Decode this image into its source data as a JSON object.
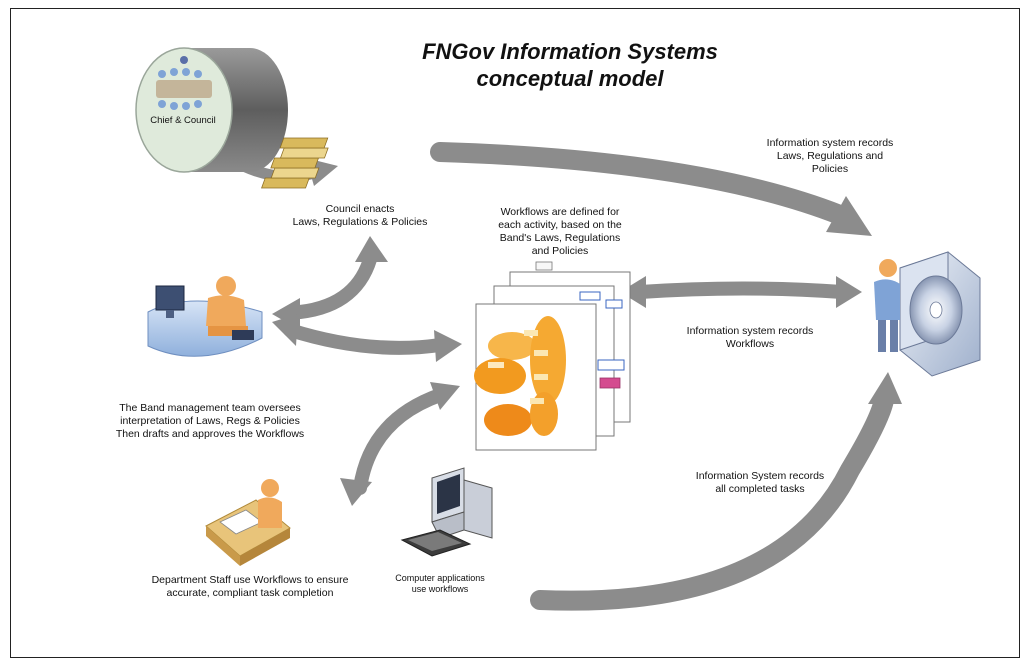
{
  "title": "FNGov Information Systems\nconceptual model",
  "nodes": {
    "chief_council": {
      "label": "Chief & Council"
    },
    "council_enacts": {
      "label": "Council enacts\nLaws, Regulations & Policies"
    },
    "workflows_defined": {
      "label": "Workflows are defined for\neach activity, based on the\nBand's Laws, Regulations\nand Policies"
    },
    "records_laws": {
      "label": "Information system records\nLaws, Regulations and\nPolicies"
    },
    "records_workflows": {
      "label": "Information system records\nWorkflows"
    },
    "band_management": {
      "label": "The Band management team oversees\ninterpretation of Laws, Regs & Policies\nThen drafts and approves the Workflows"
    },
    "records_tasks": {
      "label": "Information System records\nall completed tasks"
    },
    "department_staff": {
      "label": "Department Staff use Workflows to ensure\naccurate, compliant task completion"
    },
    "computer_apps": {
      "label": "Computer applications\nuse workflows"
    }
  },
  "colors": {
    "arrow": "#8c8c8c",
    "arrow_dark": "#6f6f6f",
    "cylinder_body": "#7a7a7a",
    "cylinder_face": "#dfeadb",
    "person": "#f0a95c",
    "person_shirt": "#7fa3d6",
    "desk": "#b9d0ee",
    "book": "#e9d48c",
    "server": "#cfd8e8",
    "flow_orange": "#f29a1f",
    "border": "#222222"
  }
}
